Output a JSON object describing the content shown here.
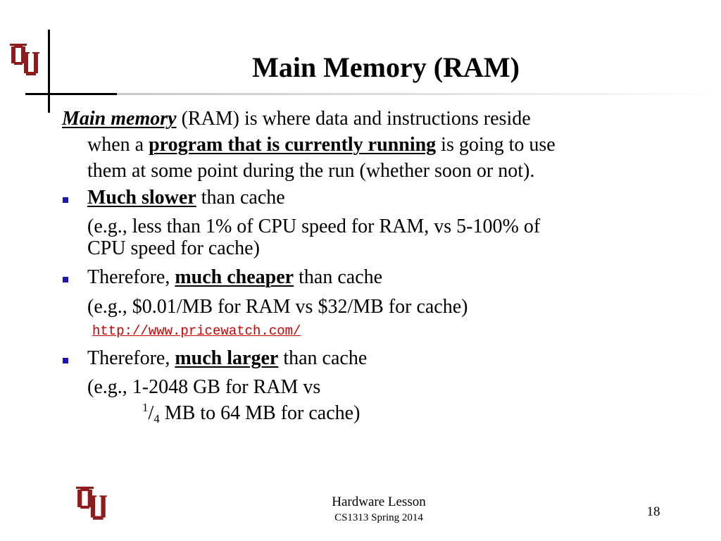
{
  "slide": {
    "title": "Main Memory (RAM)",
    "intro": {
      "term": "Main memory",
      "part1": " (RAM) is where data and instructions reside",
      "part2": "when a ",
      "emphasis": "program that is currently running",
      "part3": " is going to use",
      "part4": "them at some point during the run (whether soon or not)."
    },
    "bullets": [
      {
        "prefix": "",
        "emphasis": "Much slower",
        "suffix": " than cache",
        "detail_line1": "(e.g., less than 1% of CPU speed for RAM, vs 5-100% of",
        "detail_line2": "CPU speed for cache)"
      },
      {
        "prefix": "Therefore, ",
        "emphasis": "much cheaper",
        "suffix": " than cache",
        "detail_line1": "(e.g., $0.01/MB for RAM vs $32/MB for cache)",
        "link": "http://www.pricewatch.com/"
      },
      {
        "prefix": "Therefore, ",
        "emphasis": "much larger",
        "suffix": " than cache",
        "detail_line1": "(e.g., 1-2048 GB for RAM vs",
        "fraction_numerator": "1",
        "fraction_slash": "/",
        "fraction_denominator": "4",
        "detail_line2_rest": " MB to 64 MB for cache)"
      }
    ]
  },
  "footer": {
    "lesson": "Hardware Lesson",
    "course": "CS1313 Spring 2014",
    "page_number": "18"
  },
  "colors": {
    "logo": "#8f1c1c",
    "bullet": "#1e14b4",
    "link": "#c80000"
  },
  "icons": {
    "logo": "ou-logo",
    "bullet": "square-bullet-icon"
  }
}
